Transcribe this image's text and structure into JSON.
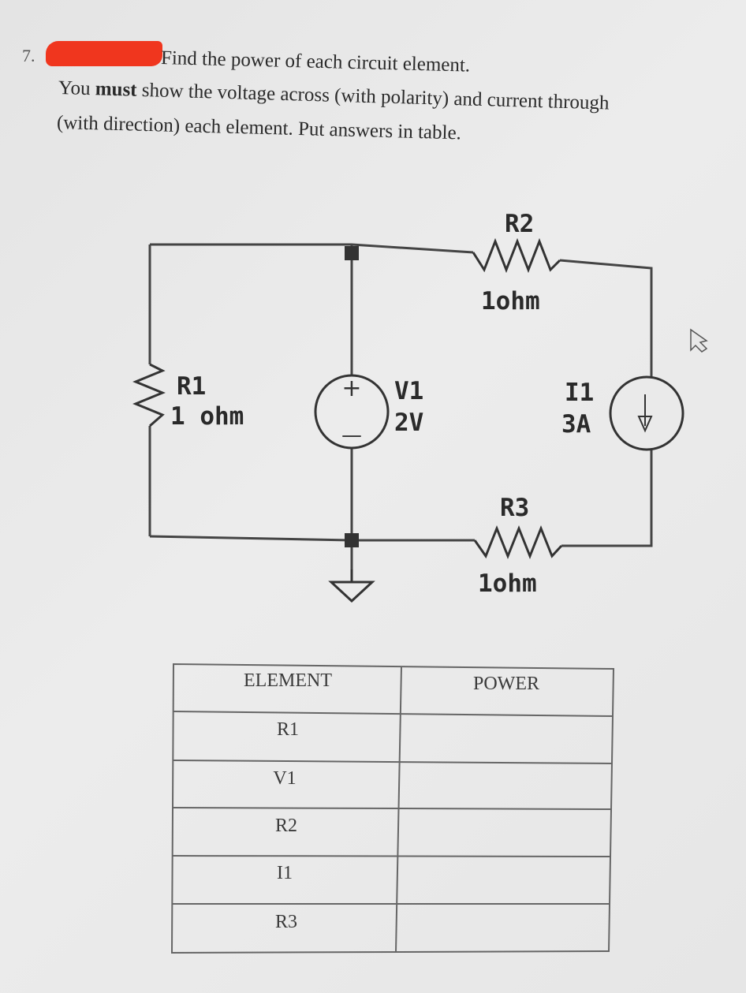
{
  "question": {
    "number": "7.",
    "line1": "Find the power of each circuit element.",
    "line2_pre": "You ",
    "line2_bold": "must",
    "line2_post": " show the voltage across (with polarity) and current through",
    "line3": "(with direction) each element. Put answers in table."
  },
  "circuit": {
    "r1_name": "R1",
    "r1_value": "1 ohm",
    "v1_name": "V1",
    "v1_value": "2V",
    "r2_name": "R2",
    "r2_value": "1ohm",
    "i1_name": "I1",
    "i1_value": "3A",
    "r3_name": "R3",
    "r3_value": "1ohm",
    "plus": "+",
    "minus": "—"
  },
  "table": {
    "headers": [
      "ELEMENT",
      "POWER"
    ],
    "rows": [
      "R1",
      "V1",
      "R2",
      "I1",
      "R3"
    ]
  }
}
